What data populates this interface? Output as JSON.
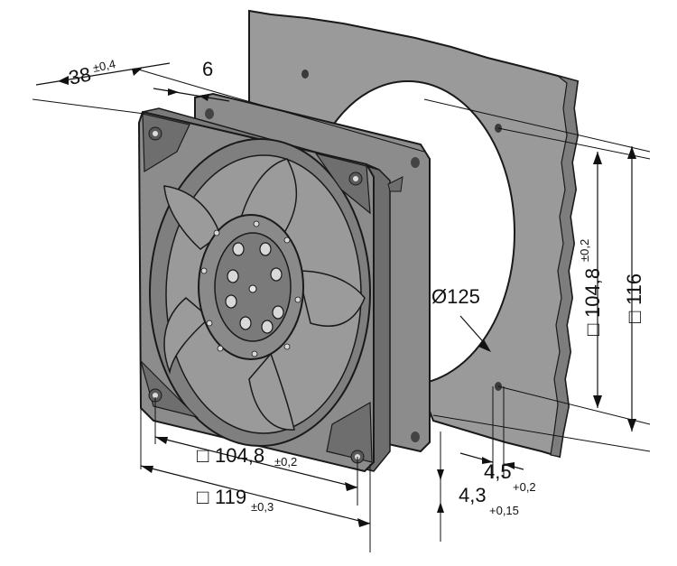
{
  "colors": {
    "panel_fill": "#9a9a9a",
    "fan_fill": "#8c8c8c",
    "fan_dark": "#6e6e6e",
    "outline": "#1a1a1a",
    "opening": "#ffffff"
  },
  "dimensions": {
    "depth": {
      "value": "38",
      "tolerance": "±0,4"
    },
    "flange": {
      "value": "6"
    },
    "cutout_diameter": {
      "value": "Ø125"
    },
    "panel_square_inner": {
      "symbol": "□",
      "value": "104,8",
      "tolerance": "±0,2"
    },
    "panel_square_outer": {
      "symbol": "□",
      "value": "116"
    },
    "fan_hole_spacing": {
      "symbol": "□",
      "value": "104,8",
      "tolerance": "±0,2"
    },
    "fan_square": {
      "symbol": "□",
      "value": "119",
      "tolerance": "±0,3"
    },
    "hole_diameter_panel": {
      "value": "4,5",
      "tolerance": "+0,2"
    },
    "hole_diameter_fan": {
      "value": "4,3",
      "tolerance": "+0,15"
    }
  }
}
